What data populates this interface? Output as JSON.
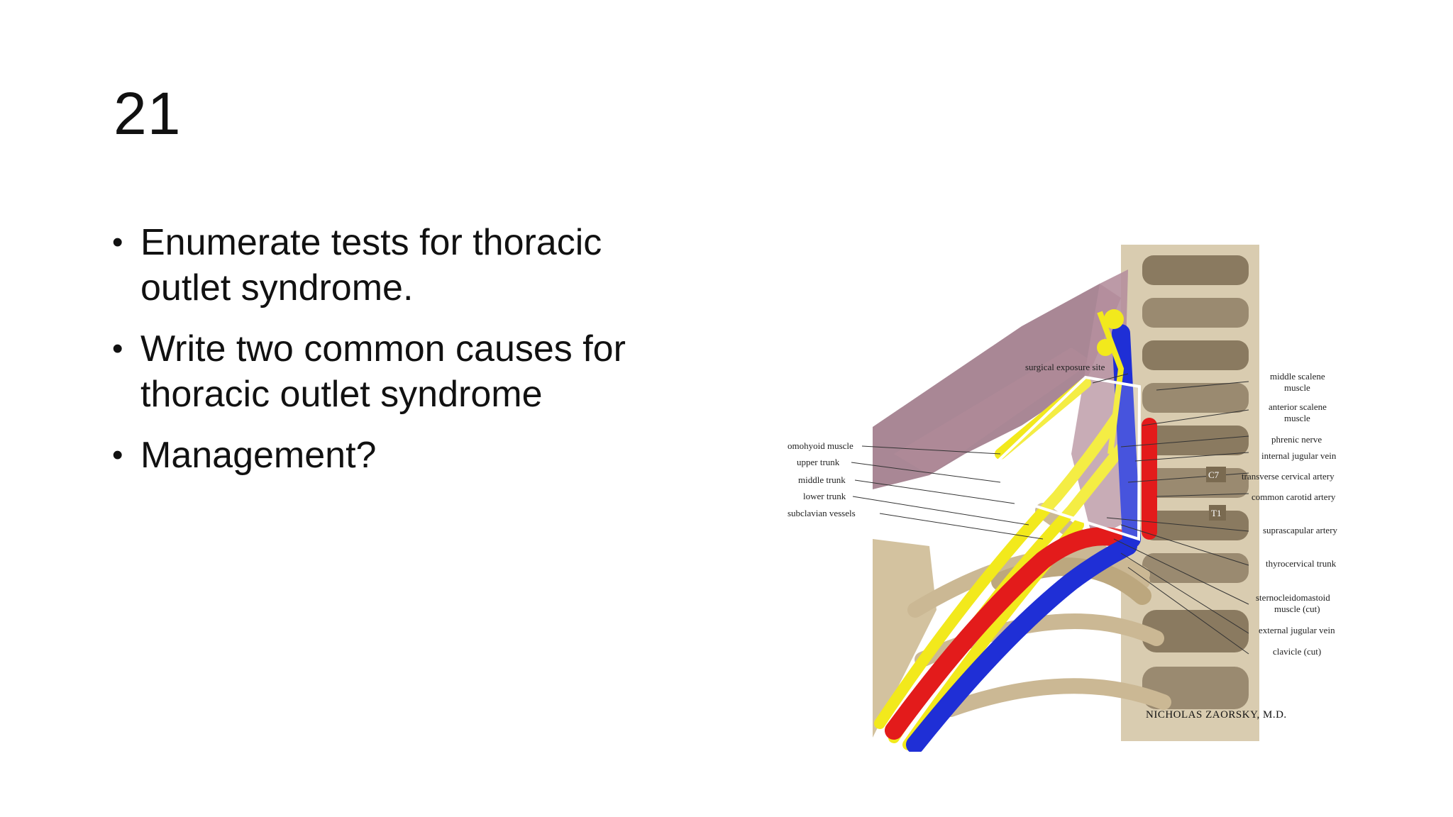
{
  "slide": {
    "title": "21",
    "bullets": [
      {
        "line1": "Enumerate tests for thoracic",
        "line2": "outlet syndrome."
      },
      {
        "line1": "Write two common causes for",
        "line2": "thoracic outlet syndrome"
      },
      {
        "line1": "Management?",
        "line2": ""
      }
    ],
    "bullet_glyph": "•"
  },
  "figure": {
    "exposure_label": "surgical exposure site",
    "left_labels": [
      "omohyoid muscle",
      "upper trunk",
      "middle trunk",
      "lower trunk",
      "subclavian vessels"
    ],
    "right_labels": [
      {
        "line1": "middle scalene",
        "line2": "muscle"
      },
      {
        "line1": "anterior scalene",
        "line2": "muscle"
      },
      {
        "line1": "phrenic nerve",
        "line2": ""
      },
      {
        "line1": "internal jugular vein",
        "line2": ""
      },
      {
        "line1": "transverse cervical artery",
        "line2": ""
      },
      {
        "line1": "common carotid artery",
        "line2": ""
      },
      {
        "line1": "suprascapular artery",
        "line2": ""
      },
      {
        "line1": "thyrocervical trunk",
        "line2": ""
      },
      {
        "line1": "sternocleidomastoid",
        "line2": "muscle (cut)"
      },
      {
        "line1": "external jugular vein",
        "line2": ""
      },
      {
        "line1": "clavicle (cut)",
        "line2": ""
      }
    ],
    "vertebra_labels": [
      "C7",
      "T1"
    ],
    "credit": "NICHOLAS ZAORSKY, M.D.",
    "colors": {
      "artery": "#e31b1b",
      "vein": "#1f2fd6",
      "nerve": "#f2e91c",
      "muscle": "#a07a8a",
      "bone": "#cbb894"
    }
  }
}
